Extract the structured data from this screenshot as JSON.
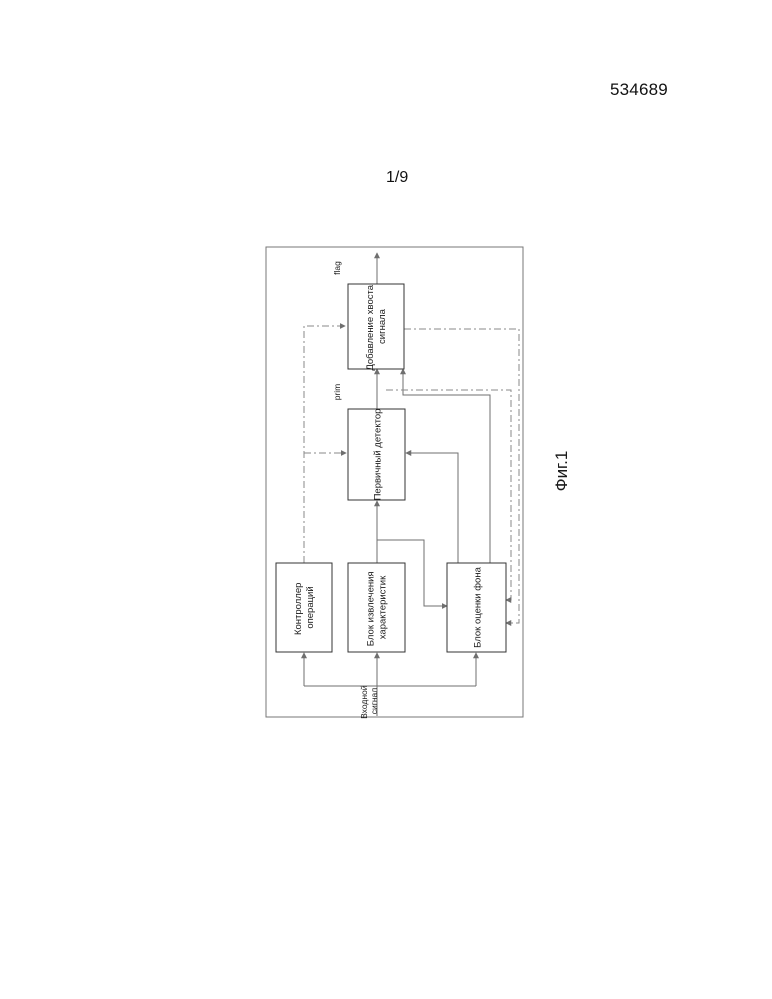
{
  "header": {
    "doc_number": "534689",
    "sheet": "1/9"
  },
  "diagram": {
    "blocks": {
      "controller": [
        "Контроллер",
        "операций"
      ],
      "extractor": [
        "Блок извлечения",
        "характеристик"
      ],
      "background": [
        "Блок оценки фона"
      ],
      "primary": [
        "Первичный детектор"
      ],
      "tail": [
        "Добавление хвоста",
        "сигнала"
      ]
    },
    "signals": {
      "input": [
        "Входной",
        "сигнал"
      ],
      "prim": "prim",
      "flag": "flag"
    }
  },
  "caption": "Фиг.1",
  "colors": {
    "line": "#6f6f6f",
    "block_border": "#333333"
  }
}
